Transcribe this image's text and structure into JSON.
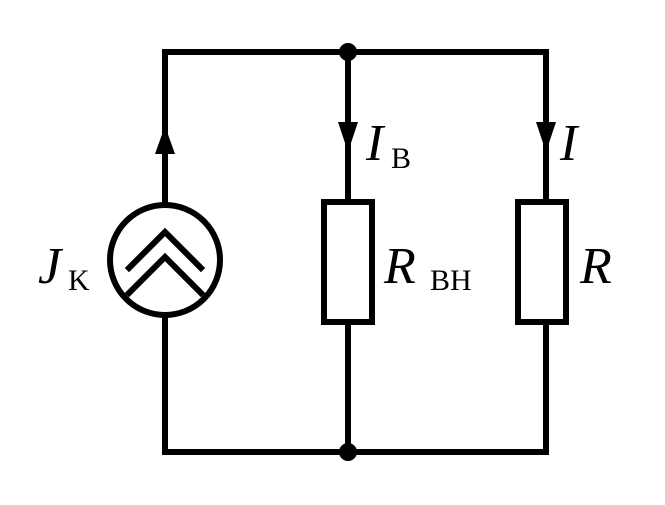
{
  "labels": {
    "source_main": "J",
    "source_sub": "K",
    "branch_current_main": "I",
    "branch_current_sub": "В",
    "load_current": "I",
    "internal_resistor_main": "R",
    "internal_resistor_sub": "ВН",
    "load_resistor": "R"
  },
  "colors": {
    "stroke": "#000000",
    "background": "#ffffff"
  }
}
